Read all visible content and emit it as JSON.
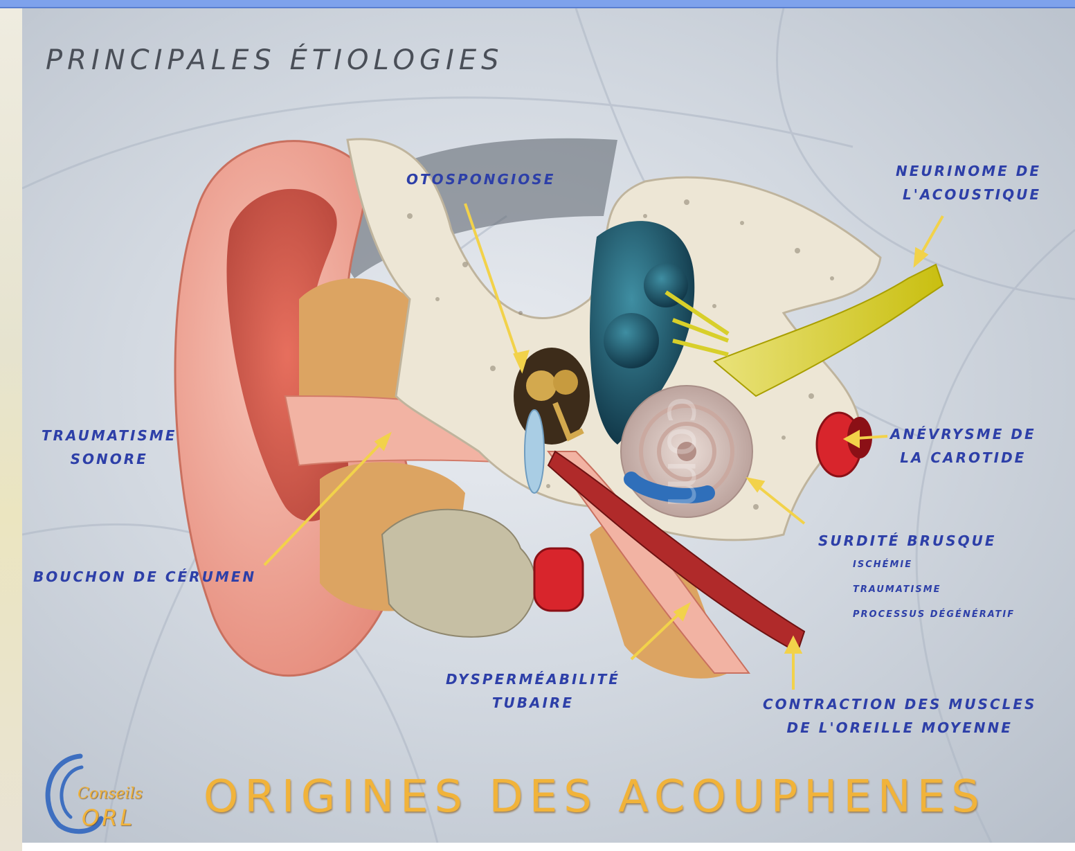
{
  "title": "PRINCIPALES ÉTIOLOGIES",
  "footer_title": "ORIGINES DES ACOUPHENES",
  "logo": {
    "line1": "Conseils",
    "line2": "ORL"
  },
  "watermark": "com",
  "colors": {
    "label_text": "#2d3fa8",
    "footer_text": "#f1b33a",
    "arrow": "#f2d24a",
    "skin": "#f0a494",
    "bone": "#ede6d5",
    "nerve": "#d8cf2a",
    "artery": "#d8252c",
    "labyrinth": "#1f5a6d",
    "top_bar": "#7ea2ec"
  },
  "labels": {
    "otospongiose": "OTOSPONGIOSE",
    "neurinome": [
      "NEURINOME DE",
      "L'ACOUSTIQUE"
    ],
    "traumatisme_sonore": [
      "TRAUMATISME",
      "SONORE"
    ],
    "anevrysme": [
      "ANÉVRYSME DE",
      "LA CAROTIDE"
    ],
    "surdite": "SURDITÉ BRUSQUE",
    "surdite_causes": [
      "ISCHÉMIE",
      "TRAUMATISME",
      "PROCESSUS DÉGÉNÉRATIF"
    ],
    "bouchon": "BOUCHON DE CÉRUMEN",
    "dysperm": [
      "DYSPERMÉABILITÉ",
      "TUBAIRE"
    ],
    "contraction": [
      "CONTRACTION DES MUSCLES",
      "DE L'OREILLE MOYENNE"
    ]
  }
}
